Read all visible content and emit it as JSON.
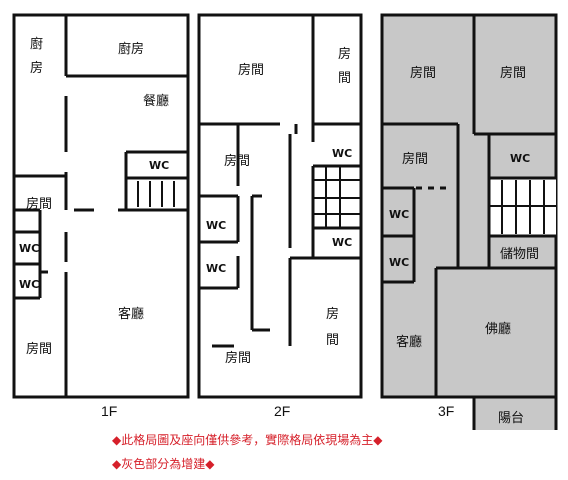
{
  "floors": {
    "f1": {
      "label": "1F",
      "rooms": {
        "kitchen_left": "廚\n房",
        "kitchen_top": "廚房",
        "dining": "餐廳",
        "wc_stair": "WC",
        "bedroom_mid": "房間",
        "wc_a": "WC",
        "wc_b": "WC",
        "living": "客廳",
        "bedroom_bottom": "房間"
      }
    },
    "f2": {
      "label": "2F",
      "rooms": {
        "bedroom_top_left": "房間",
        "bedroom_top_right": "房\n間",
        "bedroom_mid": "房間",
        "wc_right": "WC",
        "wc_a": "WC",
        "wc_b": "WC",
        "wc_right2": "WC",
        "bedroom_right": "房\n間",
        "bedroom_bottom": "房間"
      }
    },
    "f3": {
      "label": "3F",
      "rooms": {
        "bedroom_top_left": "房間",
        "bedroom_top_right": "房間",
        "bedroom_mid": "房間",
        "wc_right": "WC",
        "wc_a": "WC",
        "wc_b": "WC",
        "storage": "儲物間",
        "living": "客廳",
        "shrine": "佛廳",
        "balcony": "陽台"
      }
    }
  },
  "notes": {
    "note1": "◆此格局圖及座向僅供參考，實際格局依現場為主◆",
    "note2": "◆灰色部分為增建◆"
  },
  "colors": {
    "wall": "#111111",
    "addition_fill": "#c8c8c8",
    "note_text": "#d6202a"
  }
}
